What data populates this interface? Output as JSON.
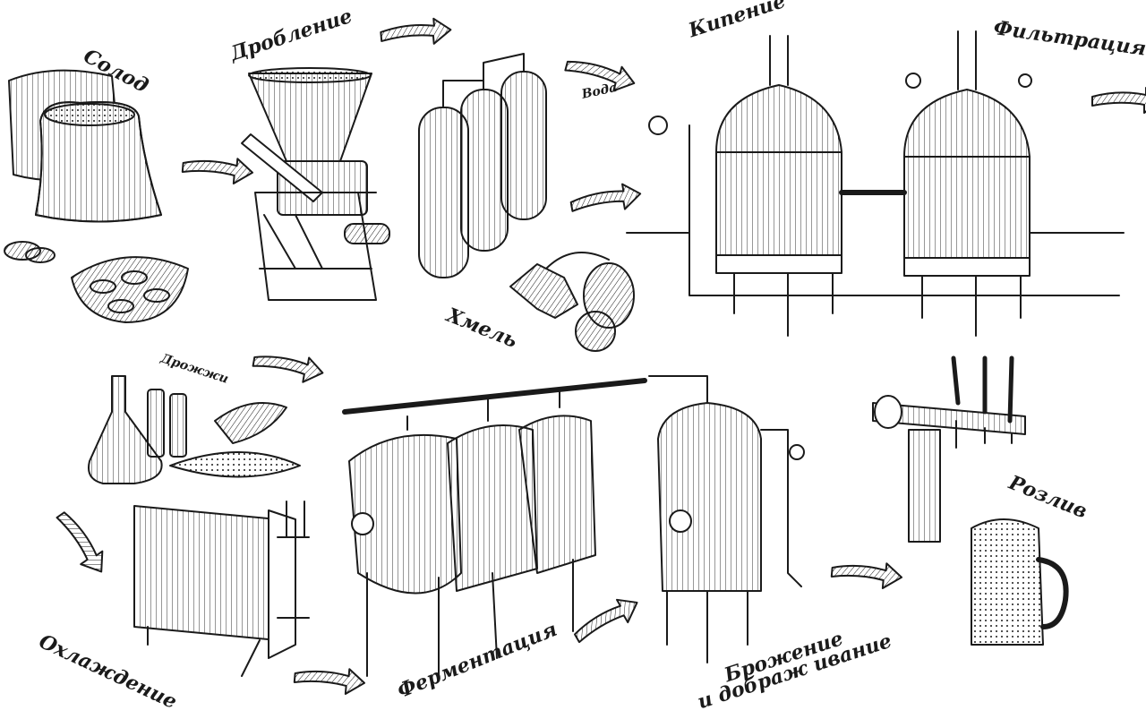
{
  "diagram": {
    "labels": {
      "malt": "Солод",
      "crushing": "Дробление",
      "water": "Вода",
      "boiling": "Кипение",
      "filtration": "Фильтрация",
      "hops": "Хмель",
      "yeast": "Дрожжи",
      "cooling": "Охлаждение",
      "fermentation": "Ферментация",
      "maturation_line1": "Брожение",
      "maturation_line2": "и дображ ивание",
      "bottling": "Розлив"
    }
  },
  "style": {
    "ink": "#1a1a1a",
    "background": "#ffffff"
  }
}
